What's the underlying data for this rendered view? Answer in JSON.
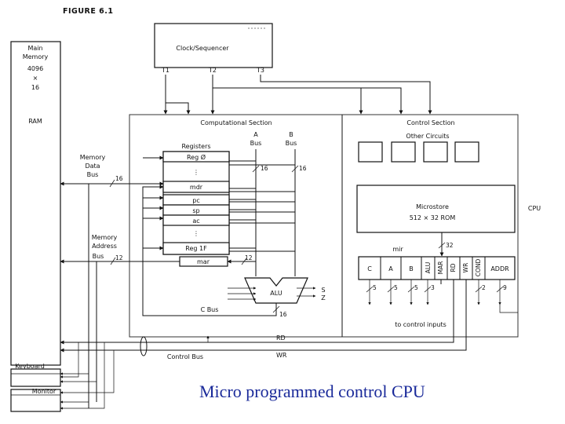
{
  "figure_title": "FIGURE 6.1",
  "caption": "Micro programmed control CPU",
  "main_memory": {
    "lines": [
      "Main",
      "Memory",
      "4096",
      "×",
      "16"
    ],
    "ram_label": "RAM"
  },
  "clock": {
    "label": "Clock/Sequencer",
    "t1": "T1",
    "t2": "T2",
    "t3": "T3"
  },
  "computational_section": {
    "label": "Computational Section",
    "registers_label": "Registers",
    "registers": [
      "Reg Ø",
      "mdr",
      "pc",
      "sp",
      "ac",
      "Reg 1F"
    ],
    "ellipsis": "⋮",
    "mar": "mar",
    "a_bus": [
      "A",
      "Bus"
    ],
    "b_bus": [
      "B",
      "Bus"
    ],
    "bus_width_a": "16",
    "bus_width_b": "16",
    "alu": "ALU",
    "s_flag": "S",
    "z_flag": "Z",
    "c_bus": "C Bus",
    "c_bus_width": "16",
    "mar_width": "12"
  },
  "control_section": {
    "label": "Control Section",
    "other_circuits": "Other Circuits",
    "microstore": [
      "Microstore",
      "512 × 32 ROM"
    ],
    "mir": "mir",
    "mir_width": "32",
    "fields": [
      "C",
      "A",
      "B",
      "ALU",
      "MAR",
      "RD",
      "WR",
      "COND",
      "ADDR"
    ],
    "field_widths": [
      "5",
      "5",
      "5",
      "3",
      "2",
      "9"
    ],
    "to_control": "to control inputs"
  },
  "cpu_label": "CPU",
  "memory_data_bus": {
    "lines": [
      "Memory",
      "Data",
      "Bus"
    ],
    "width": "16"
  },
  "memory_address_bus": {
    "lines": [
      "Memory",
      "Address",
      "Bus"
    ],
    "width": "12"
  },
  "control_bus": {
    "label": "Control Bus",
    "rd": "RD",
    "wr": "WR"
  },
  "devices": {
    "keyboard": "Keyboard",
    "monitor": "Monitor"
  },
  "colors": {
    "caption": "#1a2a9a",
    "line": "#111111"
  }
}
